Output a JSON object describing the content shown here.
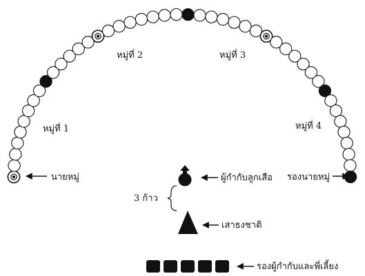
{
  "labels": {
    "group1": "หมู่ที่ 1",
    "group2": "หมู่ที่ 2",
    "group3": "หมู่ที่ 3",
    "group4": "หมู่ที่ 4",
    "patrol_leader": "นายหมู่",
    "assistant_leader": "รองนายหมู่",
    "scoutmaster": "ผู้กำกับลูกเสือ",
    "flagpole": "เสาธงชาติ",
    "steps": "3 ก้าว",
    "assistants": "รองผู้กำกับและพี่เลี้ยง"
  },
  "arc": {
    "member_count": 46,
    "leader_marker_indices": [
      0,
      15,
      30,
      45
    ],
    "assistant_marker_indices": [
      9,
      23,
      37,
      45
    ]
  },
  "assistant_squares": 5,
  "icons": {
    "member": "open-circle-icon",
    "patrol_leader": "dotted-circle-icon",
    "assistant_leader": "filled-circle-icon",
    "scoutmaster": "scoutmaster-marker-icon",
    "flagpole": "triangle-icon",
    "assistant": "filled-square-icon",
    "pointer": "arrow-left-icon"
  },
  "colors": {
    "ink": "#111111",
    "background": "#ffffff"
  }
}
